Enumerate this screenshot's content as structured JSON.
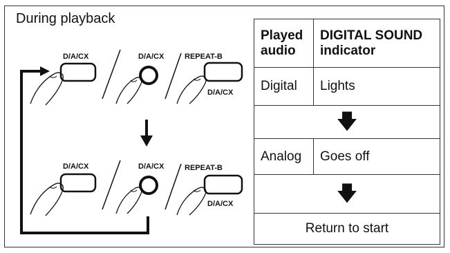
{
  "heading": "During playback",
  "buttons": {
    "dacx": "D/A/CX",
    "repeat_b": "REPEAT-B"
  },
  "table": {
    "col1_header_line1": "Played",
    "col1_header_line2": "audio",
    "col2_header_line1": "DIGITAL SOUND",
    "col2_header_line2": "indicator",
    "rows": [
      {
        "audio": "Digital",
        "indicator": "Lights"
      },
      {
        "audio": "Analog",
        "indicator": "Goes off"
      }
    ],
    "footer": "Return to start"
  }
}
